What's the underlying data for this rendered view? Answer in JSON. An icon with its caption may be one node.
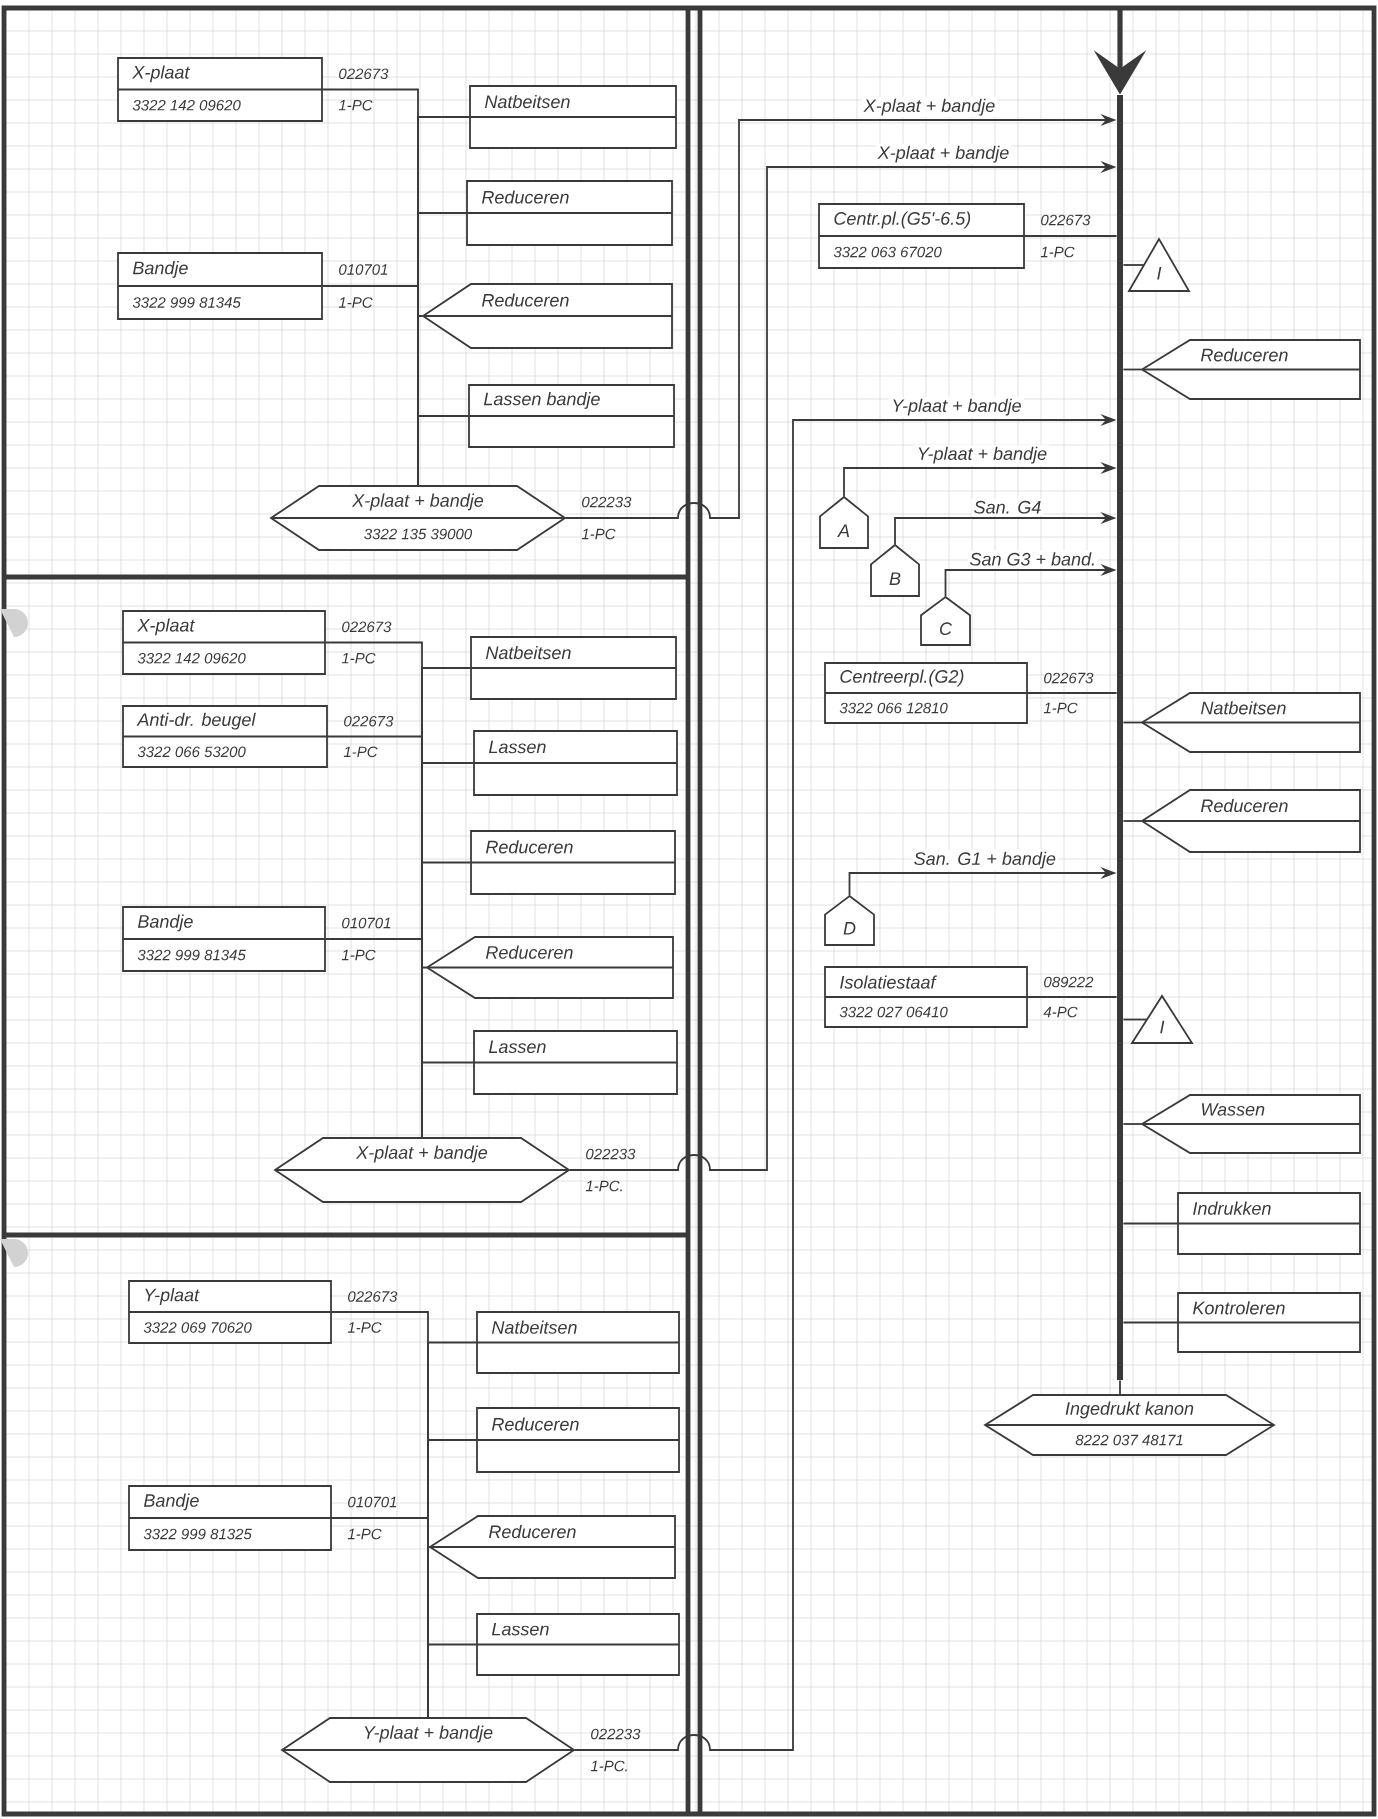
{
  "diagram": {
    "nodes": [
      {
        "text": [
          "X-plaat",
          "3322 142 09620"
        ],
        "beside": [
          "022673",
          "1-PC"
        ]
      },
      {
        "text": [
          "Natbeitsen"
        ]
      },
      {
        "text": [
          "Reduceren"
        ]
      },
      {
        "text": [
          "Bandje",
          "3322 999 81345"
        ],
        "beside": [
          "010701",
          "1-PC"
        ]
      },
      {
        "text": [
          "Reduceren"
        ]
      },
      {
        "text": [
          "Lassen bandje"
        ]
      },
      {
        "text": [
          "X-plaat + bandje",
          "3322 135 39000"
        ],
        "beside": [
          "022233",
          "1-PC"
        ]
      },
      {
        "text": [
          "X-plaat",
          "3322 142 09620"
        ],
        "beside": [
          "022673",
          "1-PC"
        ]
      },
      {
        "text": [
          "Natbeitsen"
        ]
      },
      {
        "text": [
          "Anti-dr. beugel",
          "3322 066 53200"
        ],
        "beside": [
          "022673",
          "1-PC"
        ]
      },
      {
        "text": [
          "Lassen"
        ]
      },
      {
        "text": [
          "Reduceren"
        ]
      },
      {
        "text": [
          "Bandje",
          "3322 999 81345"
        ],
        "beside": [
          "010701",
          "1-PC"
        ]
      },
      {
        "text": [
          "Reduceren"
        ]
      },
      {
        "text": [
          "Lassen"
        ]
      },
      {
        "text": [
          "X-plaat + bandje"
        ],
        "beside": [
          "022233",
          "1-PC."
        ]
      },
      {
        "text": [
          "Y-plaat",
          "3322 069 70620"
        ],
        "beside": [
          "022673",
          "1-PC"
        ]
      },
      {
        "text": [
          "Natbeitsen"
        ]
      },
      {
        "text": [
          "Reduceren"
        ]
      },
      {
        "text": [
          "Bandje",
          "3322 999 81325"
        ],
        "beside": [
          "010701",
          "1-PC"
        ]
      },
      {
        "text": [
          "Reduceren"
        ]
      },
      {
        "text": [
          "Lassen"
        ]
      },
      {
        "text": [
          "Y-plaat + bandje"
        ],
        "beside": [
          "022233",
          "1-PC."
        ]
      },
      {
        "text": [
          "Centr.pl.(G5'-6.5)",
          "3322 063 67020"
        ],
        "beside": [
          "022673",
          "1-PC"
        ]
      },
      {
        "text": [
          "I"
        ]
      },
      {
        "text": [
          "Reduceren"
        ]
      },
      {
        "text": [
          "A"
        ]
      },
      {
        "text": [
          "B"
        ]
      },
      {
        "text": [
          "C"
        ]
      },
      {
        "text": [
          "Centreerpl.(G2)",
          "3322 066 12810"
        ],
        "beside": [
          "022673",
          "1-PC"
        ]
      },
      {
        "text": [
          "Natbeitsen"
        ]
      },
      {
        "text": [
          "Reduceren"
        ]
      },
      {
        "text": [
          "D"
        ]
      },
      {
        "text": [
          "Isolatiestaaf",
          "3322 027 06410"
        ],
        "beside": [
          "089222",
          "4-PC"
        ]
      },
      {
        "text": [
          "I"
        ]
      },
      {
        "text": [
          "Wassen"
        ]
      },
      {
        "text": [
          "Indrukken"
        ]
      },
      {
        "text": [
          "Kontroleren"
        ]
      },
      {
        "text": [
          "Ingedrukt kanon",
          "8222 037 48171"
        ]
      },
      {
        "text": [],
        "shape": "bar"
      }
    ],
    "edges": [
      {
        "from": 0,
        "to": 6,
        "arrow": "none"
      },
      {
        "from": 1,
        "to": 6,
        "arrow": "none"
      },
      {
        "from": 2,
        "to": 6,
        "arrow": "none"
      },
      {
        "from": 3,
        "to": 6,
        "arrow": "none"
      },
      {
        "from": 4,
        "to": 6,
        "arrow": "none"
      },
      {
        "from": 5,
        "to": 6,
        "arrow": "none"
      },
      {
        "from": 7,
        "to": 15,
        "arrow": "none"
      },
      {
        "from": 8,
        "to": 15,
        "arrow": "none"
      },
      {
        "from": 9,
        "to": 15,
        "arrow": "none"
      },
      {
        "from": 10,
        "to": 15,
        "arrow": "none"
      },
      {
        "from": 11,
        "to": 15,
        "arrow": "none"
      },
      {
        "from": 12,
        "to": 15,
        "arrow": "none"
      },
      {
        "from": 13,
        "to": 15,
        "arrow": "none"
      },
      {
        "from": 14,
        "to": 15,
        "arrow": "none"
      },
      {
        "from": 16,
        "to": 22,
        "arrow": "none"
      },
      {
        "from": 17,
        "to": 22,
        "arrow": "none"
      },
      {
        "from": 18,
        "to": 22,
        "arrow": "none"
      },
      {
        "from": 19,
        "to": 22,
        "arrow": "none"
      },
      {
        "from": 20,
        "to": 22,
        "arrow": "none"
      },
      {
        "from": 21,
        "to": 22,
        "arrow": "none"
      },
      {
        "from": null,
        "to": 39,
        "arrow": "to",
        "style": "thick"
      },
      {
        "from": 6,
        "to": 39,
        "arrow": "to",
        "label": "X-plaat + bandje"
      },
      {
        "from": 15,
        "to": 39,
        "arrow": "to",
        "label": "X-plaat + bandje"
      },
      {
        "from": 23,
        "to": 39,
        "arrow": "none"
      },
      {
        "from": 24,
        "to": 39,
        "arrow": "none"
      },
      {
        "from": 25,
        "to": 39,
        "arrow": "none"
      },
      {
        "from": 22,
        "to": 39,
        "arrow": "to",
        "label": "Y-plaat + bandje"
      },
      {
        "from": 26,
        "to": 39,
        "arrow": "to",
        "label": "Y-plaat + bandje"
      },
      {
        "from": 27,
        "to": 39,
        "arrow": "to",
        "label": "San. G4"
      },
      {
        "from": 28,
        "to": 39,
        "arrow": "to",
        "label": "San G3 + band."
      },
      {
        "from": 29,
        "to": 39,
        "arrow": "none"
      },
      {
        "from": 30,
        "to": 39,
        "arrow": "none"
      },
      {
        "from": 31,
        "to": 39,
        "arrow": "none"
      },
      {
        "from": 32,
        "to": 39,
        "arrow": "to",
        "label": "San. G1 + bandje"
      },
      {
        "from": 33,
        "to": 39,
        "arrow": "none"
      },
      {
        "from": 34,
        "to": 39,
        "arrow": "none"
      },
      {
        "from": 35,
        "to": 39,
        "arrow": "none"
      },
      {
        "from": 36,
        "to": 39,
        "arrow": "none"
      },
      {
        "from": 37,
        "to": 39,
        "arrow": "none"
      },
      {
        "from": 39,
        "to": 38,
        "arrow": "none"
      }
    ]
  }
}
